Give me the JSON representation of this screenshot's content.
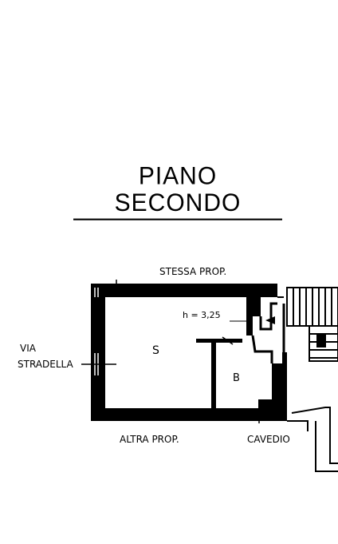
{
  "title": "PIANO SECONDO",
  "labels": {
    "north": "STESSA PROP.",
    "south": "ALTRA PROP.",
    "courtyard": "CAVEDIO",
    "street_line1": "VIA",
    "street_line2": "STRADELLA",
    "room_main": "S",
    "room_bath": "B",
    "height": "h = 3,25"
  }
}
